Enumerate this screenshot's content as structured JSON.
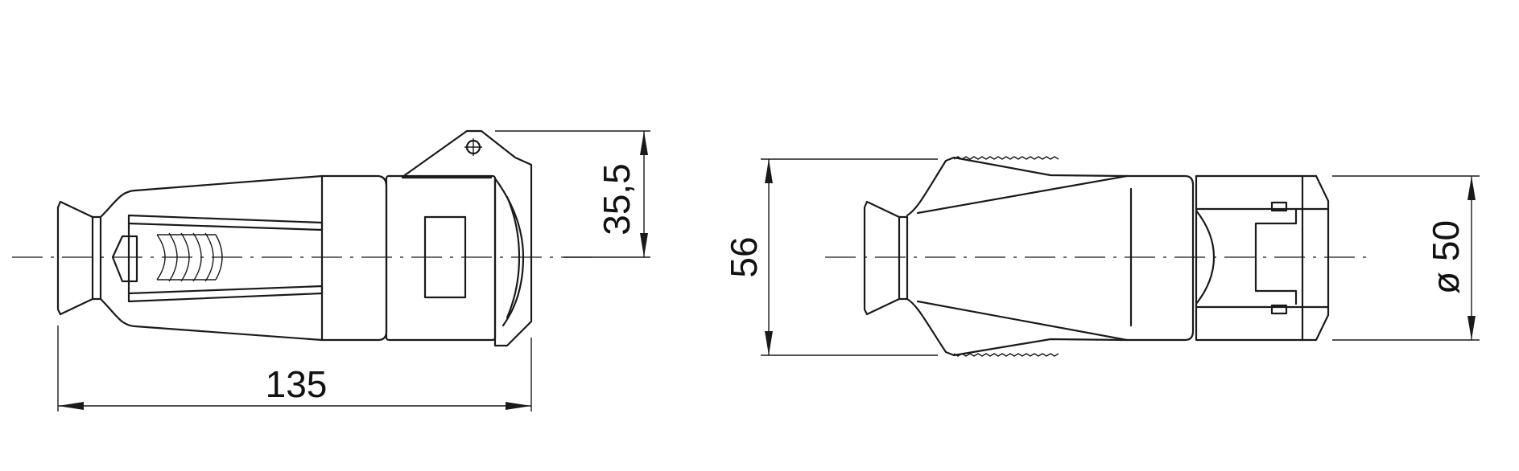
{
  "dimensions": {
    "length": "135",
    "half_height": "35,5",
    "width": "56",
    "diameter": "ø 50"
  }
}
